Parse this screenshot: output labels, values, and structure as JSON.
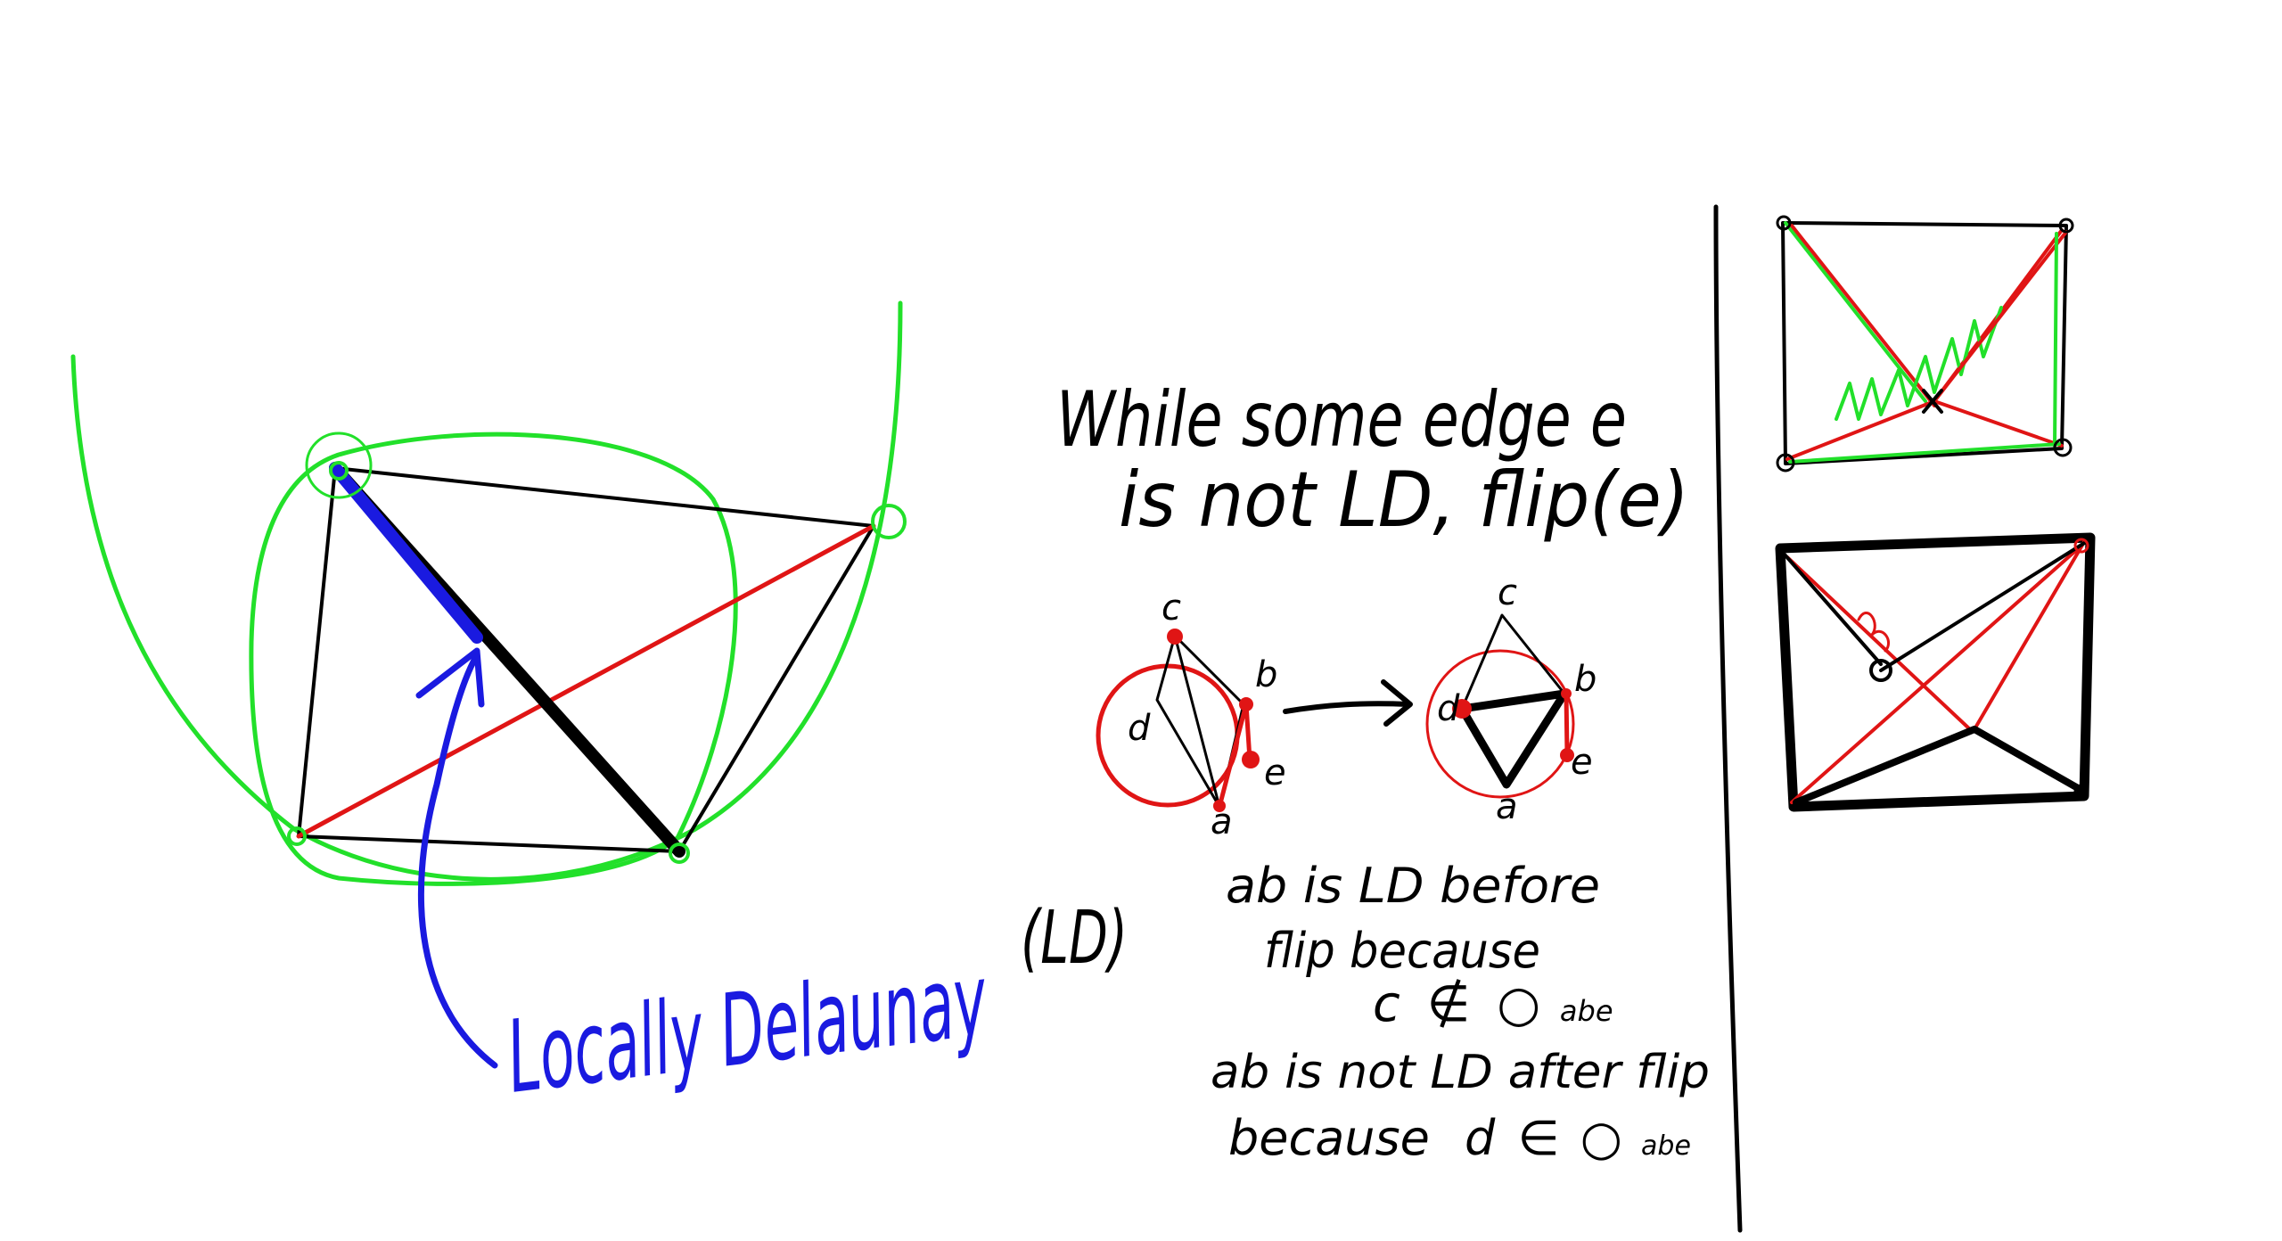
{
  "colors": {
    "ink": "#000000",
    "green": "#22e02a",
    "red": "#e01515",
    "blue": "#1a1ae0"
  },
  "labels": {
    "locally_delaunay": "Locally Delaunay",
    "ld_abbrev": "(LD)",
    "algorithm_line1": "While some edge e",
    "algorithm_line2": "is not LD, flip(e)",
    "vertex_c": "c",
    "vertex_d": "d",
    "vertex_b": "b",
    "vertex_e": "e",
    "vertex_a": "a",
    "note_line1": "ab is LD before",
    "note_line2": "flip because",
    "note_line3_var": "c",
    "note_line3_sym": "∉",
    "note_line3_circle": "○",
    "note_line3_sub": "abe",
    "note_line4": "ab is not LD after flip",
    "note_line5_word": "because",
    "note_line5_var": "d",
    "note_line5_sym": "∈",
    "note_line5_circle": "○",
    "note_line5_sub": "abe"
  },
  "icons": {
    "flip_arrow": "right-arrow-icon"
  }
}
